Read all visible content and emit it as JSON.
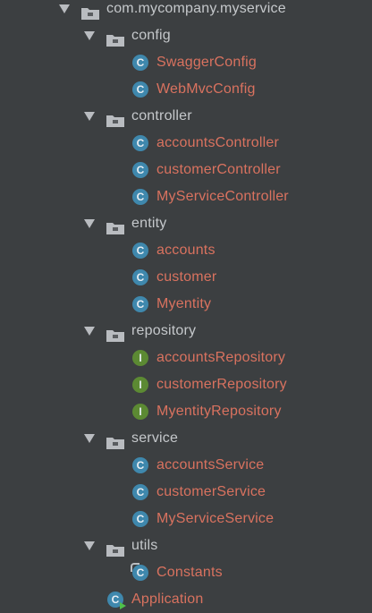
{
  "project_tree": {
    "root": {
      "label": "com.mycompany.myservice",
      "icon": "package-folder-icon"
    },
    "packages": [
      {
        "label": "config",
        "icon": "package-folder-icon",
        "items": [
          {
            "label": "SwaggerConfig",
            "kind": "class",
            "icon": "class-icon",
            "badge": "C"
          },
          {
            "label": "WebMvcConfig",
            "kind": "class",
            "icon": "class-icon",
            "badge": "C"
          }
        ]
      },
      {
        "label": "controller",
        "icon": "package-folder-icon",
        "items": [
          {
            "label": "accountsController",
            "kind": "class",
            "icon": "class-icon",
            "badge": "C"
          },
          {
            "label": "customerController",
            "kind": "class",
            "icon": "class-icon",
            "badge": "C"
          },
          {
            "label": "MyServiceController",
            "kind": "class",
            "icon": "class-icon",
            "badge": "C"
          }
        ]
      },
      {
        "label": "entity",
        "icon": "package-folder-icon",
        "items": [
          {
            "label": "accounts",
            "kind": "class",
            "icon": "class-icon",
            "badge": "C"
          },
          {
            "label": "customer",
            "kind": "class",
            "icon": "class-icon",
            "badge": "C"
          },
          {
            "label": "Myentity",
            "kind": "class",
            "icon": "class-icon",
            "badge": "C"
          }
        ]
      },
      {
        "label": "repository",
        "icon": "package-folder-icon",
        "items": [
          {
            "label": "accountsRepository",
            "kind": "interface",
            "icon": "interface-icon",
            "badge": "I"
          },
          {
            "label": "customerRepository",
            "kind": "interface",
            "icon": "interface-icon",
            "badge": "I"
          },
          {
            "label": "MyentityRepository",
            "kind": "interface",
            "icon": "interface-icon",
            "badge": "I"
          }
        ]
      },
      {
        "label": "service",
        "icon": "package-folder-icon",
        "items": [
          {
            "label": "accountsService",
            "kind": "class",
            "icon": "class-icon",
            "badge": "C"
          },
          {
            "label": "customerService",
            "kind": "class",
            "icon": "class-icon",
            "badge": "C"
          },
          {
            "label": "MyServiceService",
            "kind": "class",
            "icon": "class-icon",
            "badge": "C"
          }
        ]
      },
      {
        "label": "utils",
        "icon": "package-folder-icon",
        "items": [
          {
            "label": "Constants",
            "kind": "final-class",
            "icon": "final-class-icon",
            "badge": "C"
          }
        ]
      }
    ],
    "root_files": [
      {
        "label": "Application",
        "kind": "runnable-class",
        "icon": "runnable-class-icon",
        "badge": "C"
      }
    ]
  },
  "colors": {
    "background": "#3c3f41",
    "package_text": "#c5c8cb",
    "file_text": "#d9725f",
    "class_badge": "#3f88ad",
    "interface_badge": "#5c8a33",
    "arrow": "#b9bcc0",
    "folder": "#b9bcc0"
  }
}
